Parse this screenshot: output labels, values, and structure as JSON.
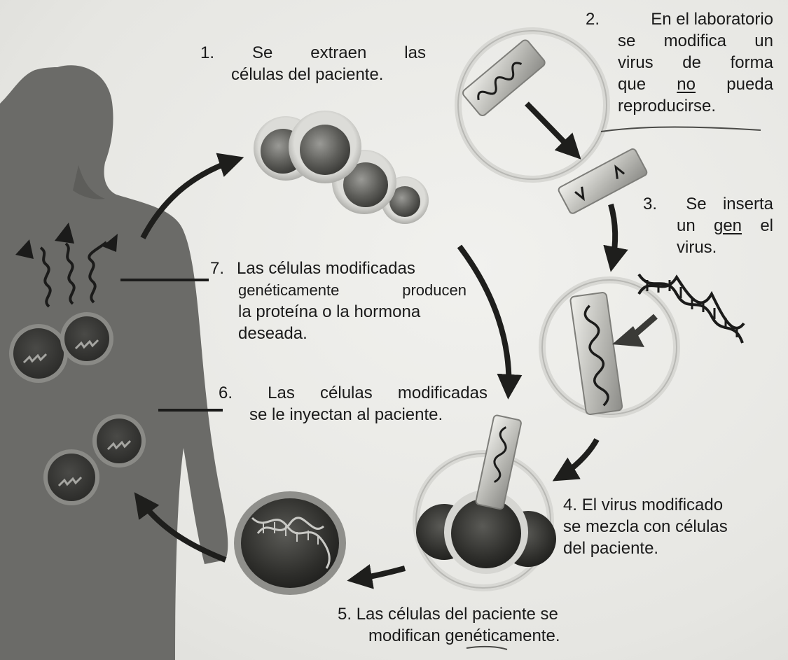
{
  "steps": [
    {
      "number": "1.",
      "lines": [
        [
          "Se",
          "extraen",
          "las"
        ],
        [
          "células del paciente."
        ]
      ]
    },
    {
      "number": "2.",
      "lines": [
        [
          "En el laboratorio"
        ],
        [
          "se",
          "modifica",
          "un"
        ],
        [
          "virus",
          "de",
          "forma"
        ],
        [
          "que",
          "no",
          "pueda"
        ],
        [
          "reproducirse."
        ]
      ]
    },
    {
      "number": "3.",
      "lines": [
        [
          "Se",
          "inserta"
        ],
        [
          "un",
          "gen",
          "el"
        ],
        [
          "virus."
        ]
      ]
    },
    {
      "number": "4.",
      "lines": [
        [
          "El virus modificado"
        ],
        [
          "se mezcla con células"
        ],
        [
          "del paciente."
        ]
      ]
    },
    {
      "number": "5.",
      "lines": [
        [
          "Las células del paciente se"
        ],
        [
          "modifican genéticamente."
        ]
      ]
    },
    {
      "number": "6.",
      "lines": [
        [
          "Las",
          "células",
          "modificadas"
        ],
        [
          "se le inyectan al paciente."
        ]
      ]
    },
    {
      "number": "7.",
      "lines": [
        [
          "Las células modificadas"
        ],
        [
          "genéticamente",
          "producen"
        ],
        [
          "la proteína o la hormona"
        ],
        [
          "deseada."
        ]
      ]
    }
  ]
}
